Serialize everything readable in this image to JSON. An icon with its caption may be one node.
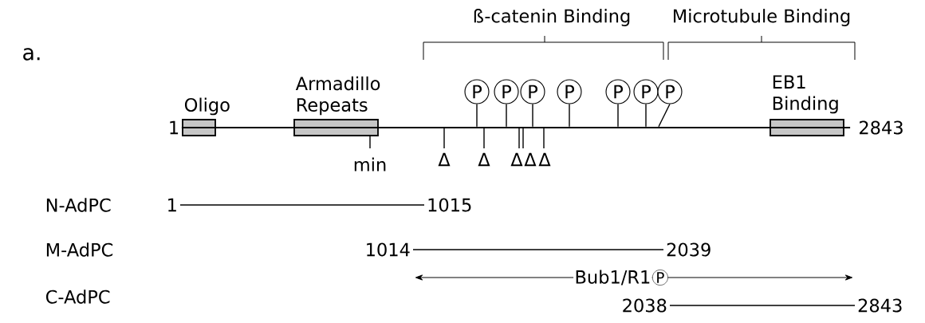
{
  "diagram": {
    "nodes": [
      {
        "text": [
          "Oligo"
        ]
      },
      {
        "text": [
          "Armadillo Repeats"
        ]
      },
      {
        "text": [
          "EB1 Binding"
        ]
      },
      {
        "text": [
          "P"
        ]
      },
      {
        "text": [
          "P"
        ]
      },
      {
        "text": [
          "P"
        ]
      },
      {
        "text": [
          "P"
        ]
      },
      {
        "text": [
          "P"
        ]
      },
      {
        "text": [
          "P"
        ]
      },
      {
        "text": [
          "P"
        ]
      },
      {
        "text": [
          "1"
        ]
      },
      {
        "text": [
          "1015"
        ]
      },
      {
        "text": [
          "1014"
        ]
      },
      {
        "text": [
          "2039"
        ]
      },
      {
        "text": [
          "2038"
        ]
      },
      {
        "text": [
          "2843"
        ]
      },
      {
        "text": [],
        "shape": "bar"
      }
    ],
    "edges": [
      {
        "from": 10,
        "to": 11,
        "arrow": "none"
      },
      {
        "from": 12,
        "to": 13,
        "arrow": "none"
      },
      {
        "from": 14,
        "to": 15,
        "arrow": "none"
      },
      {
        "from": 3,
        "to": 16,
        "arrow": "none"
      },
      {
        "from": 4,
        "to": 16,
        "arrow": "none"
      },
      {
        "from": 5,
        "to": 16,
        "arrow": "none"
      },
      {
        "from": 6,
        "to": 16,
        "arrow": "none"
      },
      {
        "from": 7,
        "to": 16,
        "arrow": "none"
      },
      {
        "from": 8,
        "to": 16,
        "arrow": "none"
      },
      {
        "from": 9,
        "to": 16,
        "arrow": "none"
      }
    ],
    "labels": [
      "a.",
      "ß-catenin Binding",
      "Microtubule Binding",
      "1",
      "2843",
      "min",
      "Δ",
      "Δ",
      "Δ",
      "Δ",
      "Δ",
      "N-AdPC",
      "M-AdPC",
      "Bub1/R1",
      "P",
      "C-AdPC"
    ]
  }
}
